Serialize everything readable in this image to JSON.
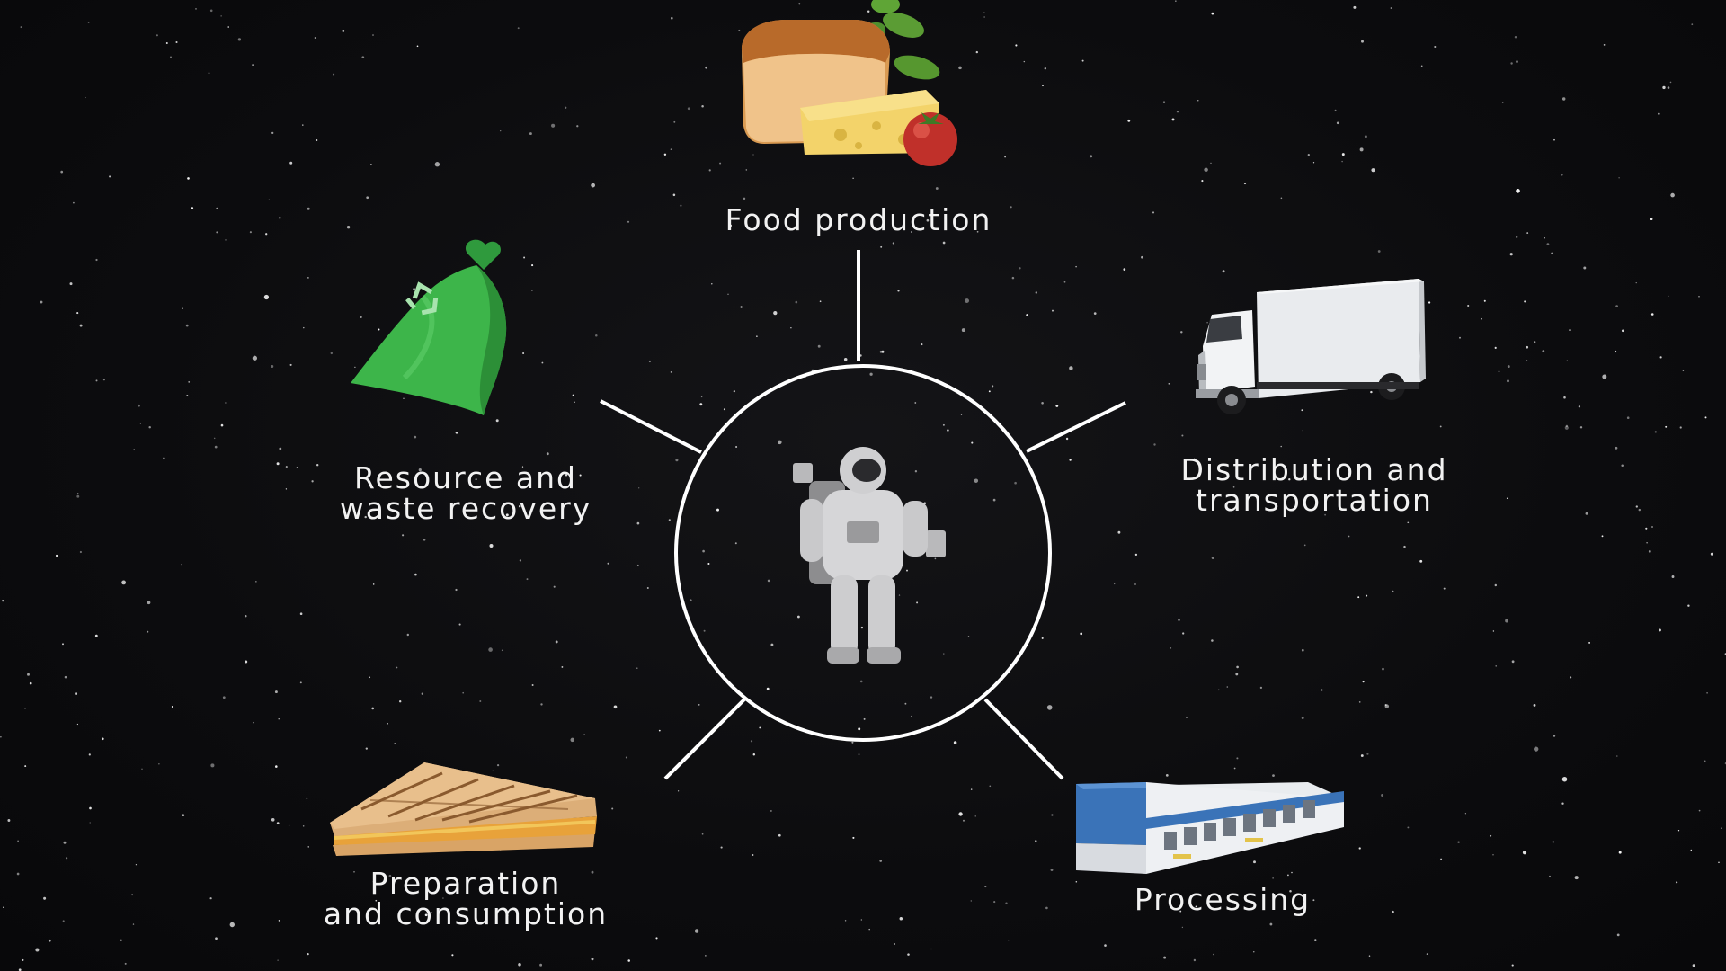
{
  "diagram": {
    "center": {
      "icon": "astronaut-icon"
    },
    "nodes": [
      {
        "id": "food-production",
        "lines": [
          "Food production"
        ],
        "icon": "bread-cheese-tomato-plant-icon"
      },
      {
        "id": "distribution",
        "lines": [
          "Distribution and",
          "transportation"
        ],
        "icon": "truck-icon"
      },
      {
        "id": "processing",
        "lines": [
          "Processing"
        ],
        "icon": "factory-warehouse-icon"
      },
      {
        "id": "preparation",
        "lines": [
          "Preparation",
          "and consumption"
        ],
        "icon": "sandwich-icon"
      },
      {
        "id": "resource-recovery",
        "lines": [
          "Resource and",
          "waste recovery"
        ],
        "icon": "recycle-bag-icon"
      }
    ],
    "colors": {
      "background": "#0b0b0d",
      "stroke": "#ffffff",
      "text": "#f2f2f2",
      "bag_green": "#3db54a",
      "truck_white": "#e9ebee",
      "factory_blue": "#3a73b8",
      "tomato_red": "#c0302a"
    }
  }
}
